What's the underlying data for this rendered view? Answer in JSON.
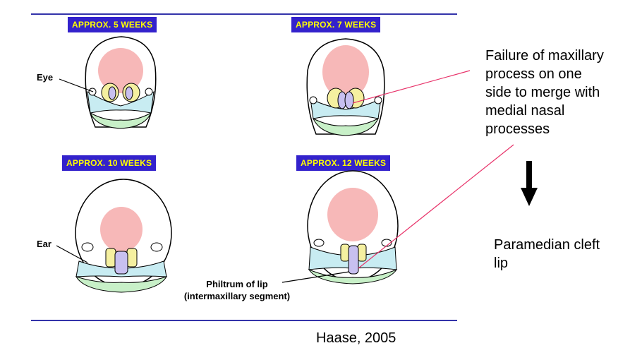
{
  "stages": [
    {
      "label": "APPROX. 5 WEEKS"
    },
    {
      "label": "APPROX. 7 WEEKS"
    },
    {
      "label": "APPROX. 10 WEEKS"
    },
    {
      "label": "APPROX. 12 WEEKS"
    }
  ],
  "labels": {
    "eye": "Eye",
    "ear": "Ear",
    "philtrum_line1": "Philtrum of lip",
    "philtrum_line2": "(intermaxillary segment)"
  },
  "annotation": {
    "failure_text_line1": "Failure of maxillary",
    "failure_text_line2": "process on one",
    "failure_text_line3": "side to merge with",
    "failure_text_line4": "medial nasal",
    "failure_text_line5": "processes",
    "result_line1": "Paramedian cleft",
    "result_line2": "lip"
  },
  "citation": "Haase, 2005",
  "colors": {
    "rule": "#3333aa",
    "label_bg": "#3322cc",
    "label_text": "#ffff00",
    "frontal": "#f7b8b8",
    "maxillary": "#c8ecf2",
    "mandibular": "#c8f0c8",
    "nasal_lateral": "#f5f0a0",
    "nasal_medial": "#c8c0f0",
    "pointer": "#e8336a"
  }
}
